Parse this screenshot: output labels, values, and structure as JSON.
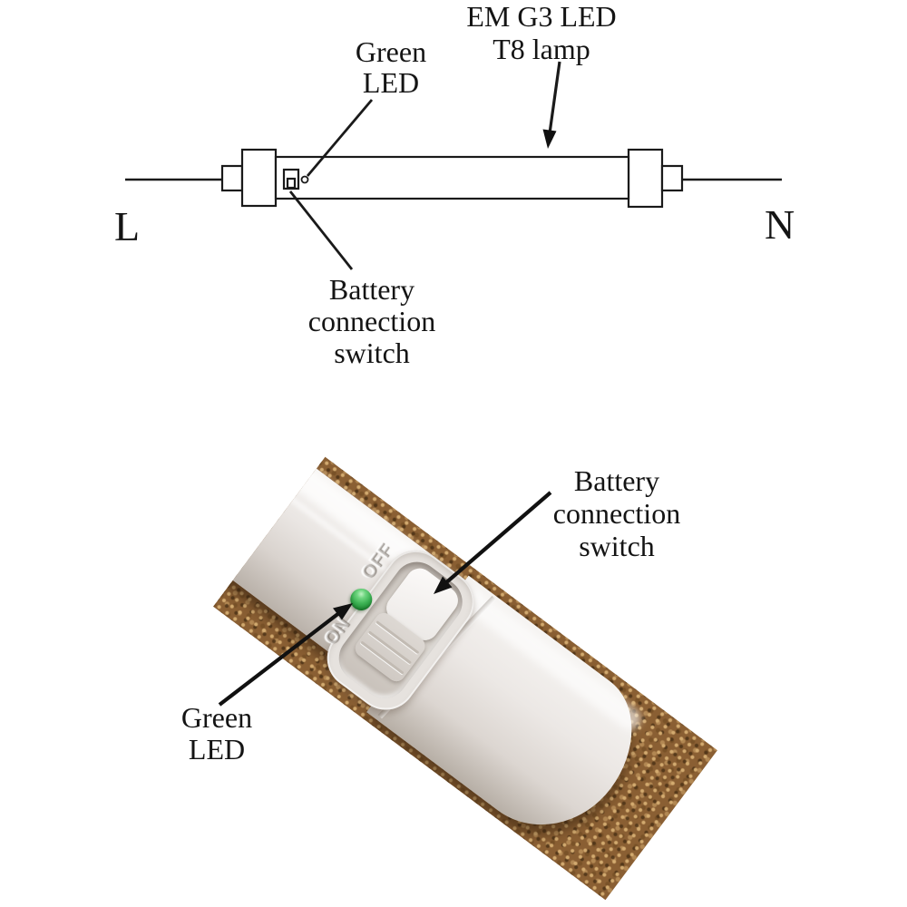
{
  "figure": {
    "diagram": {
      "lamp_label": [
        "EM G3 LED",
        "T8 lamp"
      ],
      "green_led_label": [
        "Green",
        "LED"
      ],
      "battery_switch_label": [
        "Battery",
        "connection",
        "switch"
      ],
      "live_terminal": "L",
      "neutral_terminal": "N"
    },
    "photo": {
      "battery_switch_label": [
        "Battery",
        "connection",
        "switch"
      ],
      "green_led_label": [
        "Green",
        "LED"
      ],
      "switch_markings": {
        "off": "OFF",
        "on": "ON"
      },
      "colors": {
        "led_green": "#35a94a",
        "cork_background": "#8a5f33",
        "tube_white": "#eae6e2",
        "line_black": "#111111"
      }
    }
  }
}
